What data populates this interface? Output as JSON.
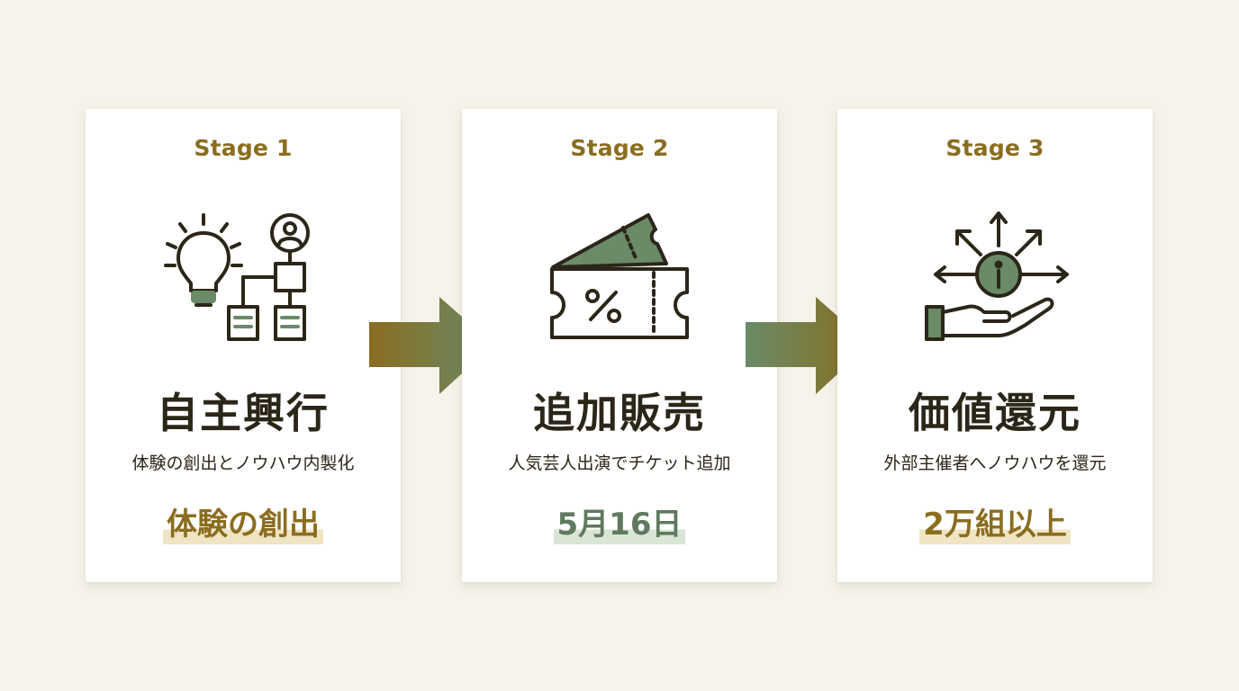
{
  "colors": {
    "background": "#f6f3ea",
    "card": "#ffffff",
    "gold": "#8a6d1f",
    "green": "#6a8a68",
    "dark": "#2b2618",
    "gold_highlight": "#efe4c3",
    "green_highlight": "#d9e6d6"
  },
  "stages": [
    {
      "label": "Stage 1",
      "icon": "lightbulb-flowchart-icon",
      "title": "自主興行",
      "description": "体験の創出とノウハウ内製化",
      "highlight": "体験の創出",
      "highlight_color": "gold"
    },
    {
      "label": "Stage 2",
      "icon": "discount-ticket-icon",
      "title": "追加販売",
      "description": "人気芸人出演でチケット追加",
      "highlight": "5月16日",
      "highlight_color": "green"
    },
    {
      "label": "Stage 3",
      "icon": "hand-info-share-icon",
      "title": "価値還元",
      "description": "外部主催者へノウハウを還元",
      "highlight": "2万組以上",
      "highlight_color": "gold"
    }
  ],
  "connectors": [
    {
      "icon": "right-arrow-icon",
      "from": "Stage 1",
      "to": "Stage 2"
    },
    {
      "icon": "right-arrow-icon",
      "from": "Stage 2",
      "to": "Stage 3"
    }
  ]
}
